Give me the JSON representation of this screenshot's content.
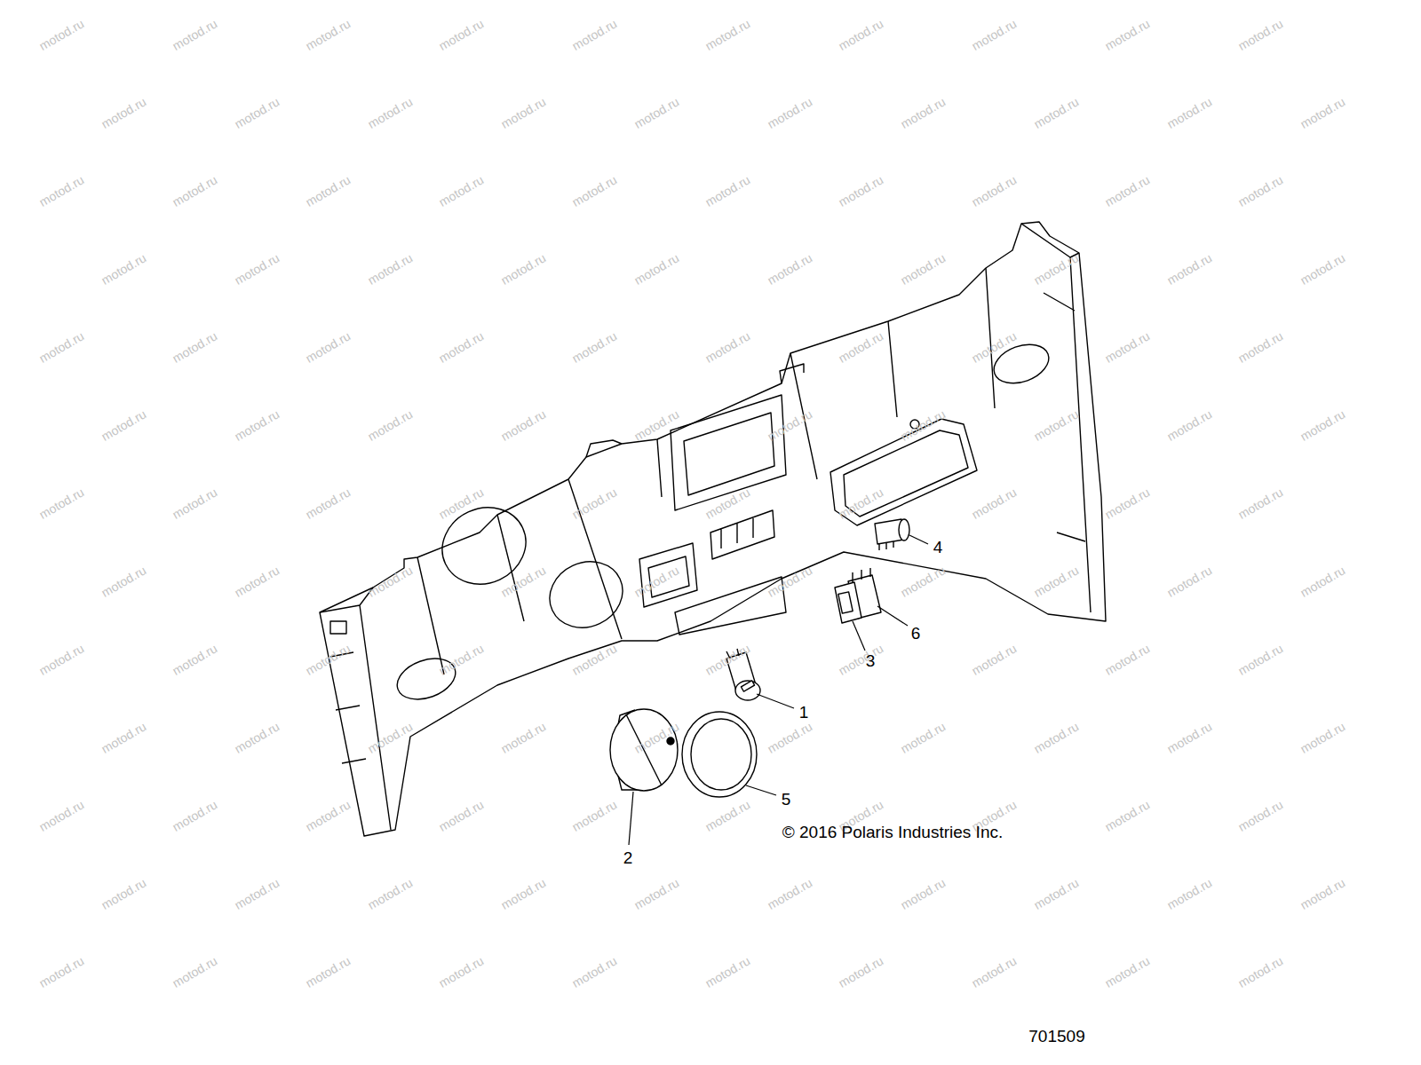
{
  "diagram": {
    "labels": [
      "4",
      "6",
      "3",
      "1",
      "5",
      "2",
      "© 2016 Polaris Industries Inc.",
      "701509",
      "motod.ru",
      "motod.ru",
      "motod.ru",
      "motod.ru",
      "motod.ru",
      "motod.ru",
      "motod.ru",
      "motod.ru",
      "motod.ru",
      "motod.ru",
      "motod.ru",
      "motod.ru",
      "motod.ru",
      "motod.ru",
      "motod.ru",
      "motod.ru",
      "motod.ru",
      "motod.ru",
      "motod.ru",
      "motod.ru",
      "motod.ru",
      "motod.ru",
      "motod.ru",
      "motod.ru",
      "motod.ru",
      "motod.ru",
      "motod.ru",
      "motod.ru",
      "motod.ru",
      "motod.ru",
      "motod.ru",
      "motod.ru",
      "motod.ru",
      "motod.ru",
      "motod.ru",
      "motod.ru",
      "motod.ru",
      "motod.ru",
      "motod.ru",
      "motod.ru",
      "motod.ru",
      "motod.ru",
      "motod.ru",
      "motod.ru",
      "motod.ru",
      "motod.ru",
      "motod.ru",
      "motod.ru",
      "motod.ru",
      "motod.ru",
      "motod.ru",
      "motod.ru",
      "motod.ru",
      "motod.ru",
      "motod.ru",
      "motod.ru",
      "motod.ru",
      "motod.ru",
      "motod.ru",
      "motod.ru",
      "motod.ru",
      "motod.ru",
      "motod.ru",
      "motod.ru",
      "motod.ru",
      "motod.ru",
      "motod.ru",
      "motod.ru",
      "motod.ru",
      "motod.ru",
      "motod.ru",
      "motod.ru",
      "motod.ru",
      "motod.ru",
      "motod.ru",
      "motod.ru",
      "motod.ru",
      "motod.ru",
      "motod.ru",
      "motod.ru",
      "motod.ru",
      "motod.ru",
      "motod.ru",
      "motod.ru",
      "motod.ru",
      "motod.ru",
      "motod.ru",
      "motod.ru",
      "motod.ru",
      "motod.ru",
      "motod.ru",
      "motod.ru",
      "motod.ru",
      "motod.ru",
      "motod.ru",
      "motod.ru",
      "motod.ru",
      "motod.ru",
      "motod.ru",
      "motod.ru",
      "motod.ru",
      "motod.ru",
      "motod.ru",
      "motod.ru",
      "motod.ru",
      "motod.ru",
      "motod.ru",
      "motod.ru",
      "motod.ru",
      "motod.ru",
      "motod.ru",
      "motod.ru",
      "motod.ru",
      "motod.ru",
      "motod.ru",
      "motod.ru",
      "motod.ru",
      "motod.ru",
      "motod.ru",
      "motod.ru",
      "motod.ru",
      "motod.ru",
      "motod.ru",
      "motod.ru",
      "motod.ru",
      "motod.ru",
      "motod.ru",
      "motod.ru",
      "motod.ru",
      "motod.ru"
    ]
  }
}
